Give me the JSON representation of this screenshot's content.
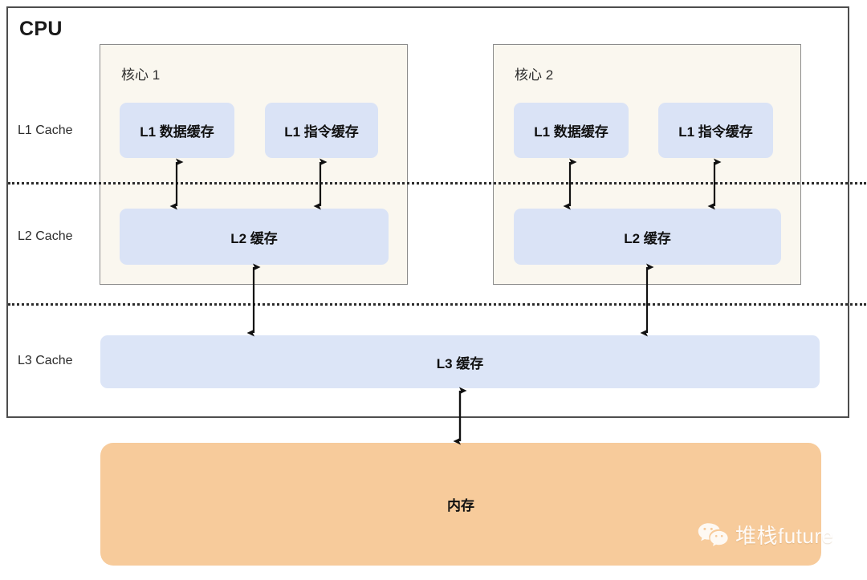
{
  "diagram": {
    "title": "CPU",
    "tier_labels": [
      {
        "id": "l1",
        "text": "L1 Cache"
      },
      {
        "id": "l2",
        "text": "L2 Cache"
      },
      {
        "id": "l3",
        "text": "L3 Cache"
      }
    ],
    "cores": [
      {
        "id": "core-1",
        "label": "核心 1",
        "l1_data": "L1 数据缓存",
        "l1_instruction": "L1 指令缓存",
        "l2": "L2 缓存"
      },
      {
        "id": "core-2",
        "label": "核心 2",
        "l1_data": "L1 数据缓存",
        "l1_instruction": "L1 指令缓存",
        "l2": "L2 缓存"
      }
    ],
    "l3_cache": "L3 缓存",
    "memory": "内存",
    "watermark": {
      "text": "堆栈future",
      "icon": "wechat-icon"
    },
    "colors": {
      "cache_blue": "#dae3f6",
      "core_cream": "#faf7ef",
      "memory_orange": "#f7cb9b",
      "frame_gray": "#4d4d4d",
      "text_dark": "#101010"
    }
  }
}
